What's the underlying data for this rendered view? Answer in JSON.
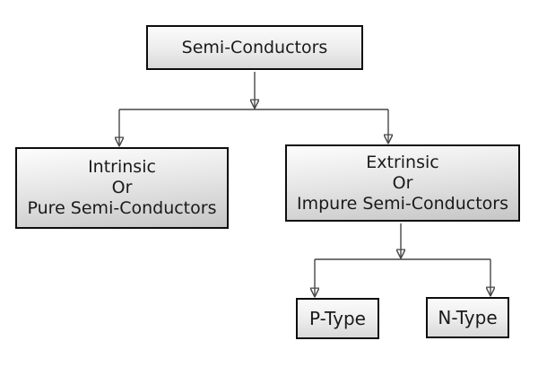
{
  "diagram": {
    "type": "flowchart-tree",
    "background_color": "#ffffff",
    "colors": {
      "box_border": "#0d0d0d",
      "box_fill_top": "#fbfbfb",
      "box_fill_bottom": "#c6c6c6",
      "connector_line": "#474747",
      "arrowhead": "#383838",
      "text": "#1a1a1a"
    },
    "nodes": {
      "root": {
        "label": "Semi-Conductors"
      },
      "intrinsic": {
        "line1": "Intrinsic",
        "line2": "Or",
        "line3": "Pure Semi-Conductors"
      },
      "extrinsic": {
        "line1": "Extrinsic",
        "line2": "Or",
        "line3": "Impure Semi-Conductors"
      },
      "p_type": {
        "label": "P-Type"
      },
      "n_type": {
        "label": "N-Type"
      }
    },
    "edges": [
      {
        "from": "Semi-Conductors",
        "to": "Intrinsic Or Pure Semi-Conductors"
      },
      {
        "from": "Semi-Conductors",
        "to": "Extrinsic Or Impure Semi-Conductors"
      },
      {
        "from": "Extrinsic Or Impure Semi-Conductors",
        "to": "P-Type"
      },
      {
        "from": "Extrinsic Or Impure Semi-Conductors",
        "to": "N-Type"
      }
    ]
  }
}
